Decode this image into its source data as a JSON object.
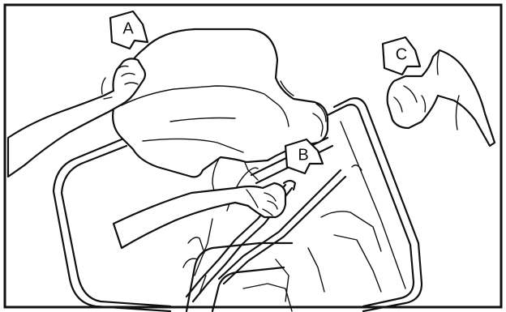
{
  "callouts": {
    "a": {
      "label": "A"
    },
    "b": {
      "label": "B"
    },
    "c": {
      "label": "C"
    }
  },
  "colors": {
    "line": "#111111",
    "background": "#ffffff"
  }
}
